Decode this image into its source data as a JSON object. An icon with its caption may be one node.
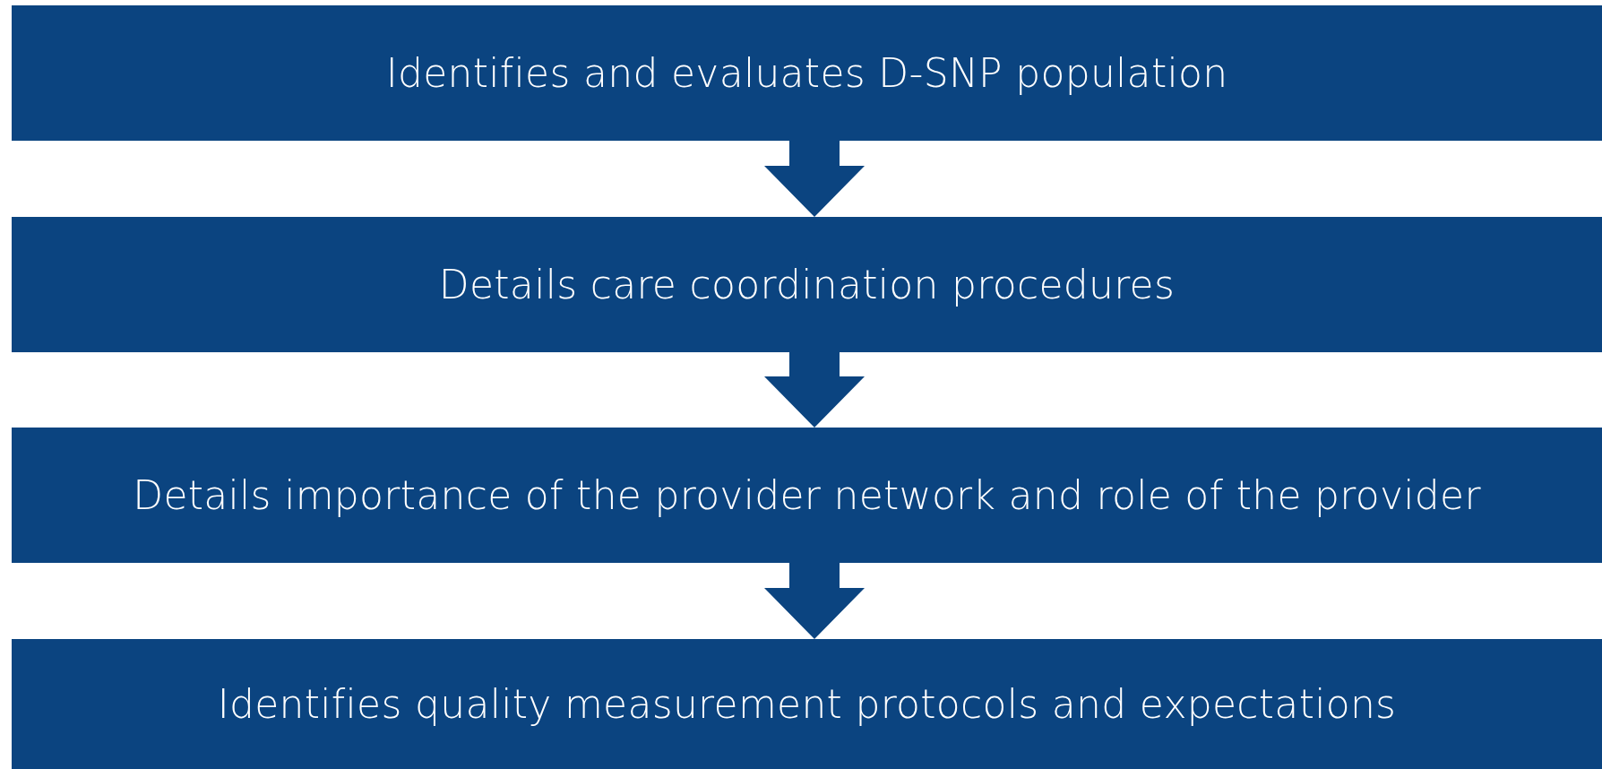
{
  "diagram": {
    "nodes": [
      {
        "text": [
          "Identifies and evaluates D-SNP population"
        ]
      },
      {
        "text": [
          "Details care coordination procedures"
        ]
      },
      {
        "text": [
          "Details importance of the provider network and role of the provider"
        ]
      },
      {
        "text": [
          "Identifies quality measurement protocols and expectations"
        ]
      }
    ],
    "edges": [
      {
        "from": 0,
        "to": 1,
        "arrow": "to"
      },
      {
        "from": 1,
        "to": 2,
        "arrow": "to"
      },
      {
        "from": 2,
        "to": 3,
        "arrow": "to"
      }
    ]
  }
}
